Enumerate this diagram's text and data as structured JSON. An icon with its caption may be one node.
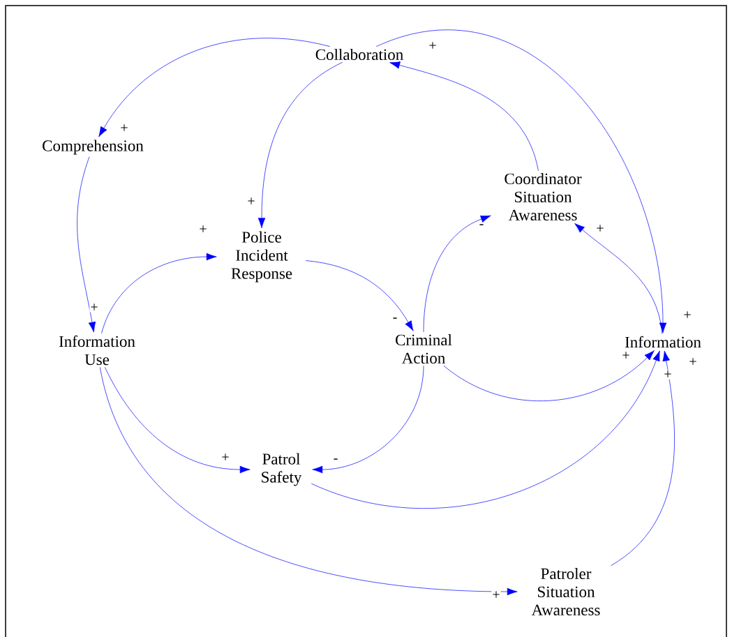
{
  "diagram": {
    "nodes": [
      {
        "text": [
          "Collaboration"
        ]
      },
      {
        "text": [
          "Comprehension"
        ]
      },
      {
        "text": [
          "Coordinator Situation Awareness"
        ]
      },
      {
        "text": [
          "Police Incident Response"
        ]
      },
      {
        "text": [
          "Information Use"
        ]
      },
      {
        "text": [
          "Criminal Action"
        ]
      },
      {
        "text": [
          "Information"
        ]
      },
      {
        "text": [
          "Patrol Safety"
        ]
      },
      {
        "text": [
          "Patroler Situation Awareness"
        ]
      }
    ],
    "edges": [
      {
        "from": 0,
        "to": 1,
        "arrow": "to",
        "label": "+"
      },
      {
        "from": 0,
        "to": 3,
        "arrow": "to",
        "label": "+"
      },
      {
        "from": 0,
        "to": 6,
        "arrow": "to",
        "label": "+"
      },
      {
        "from": 2,
        "to": 0,
        "arrow": "to",
        "label": "+"
      },
      {
        "from": 1,
        "to": 4,
        "arrow": "to",
        "label": "+"
      },
      {
        "from": 4,
        "to": 3,
        "arrow": "to",
        "label": "+"
      },
      {
        "from": 3,
        "to": 5,
        "arrow": "to",
        "label": "-"
      },
      {
        "from": 5,
        "to": 2,
        "arrow": "to",
        "label": "-"
      },
      {
        "from": 6,
        "to": 2,
        "arrow": "to",
        "label": "+"
      },
      {
        "from": 5,
        "to": 6,
        "arrow": "to",
        "label": "+"
      },
      {
        "from": 5,
        "to": 7,
        "arrow": "to",
        "label": "-"
      },
      {
        "from": 4,
        "to": 7,
        "arrow": "to",
        "label": "+"
      },
      {
        "from": 7,
        "to": 6,
        "arrow": "to",
        "label": "+"
      },
      {
        "from": 4,
        "to": 8,
        "arrow": "to",
        "label": "+"
      },
      {
        "from": 8,
        "to": 6,
        "arrow": "to",
        "label": "+"
      }
    ]
  }
}
